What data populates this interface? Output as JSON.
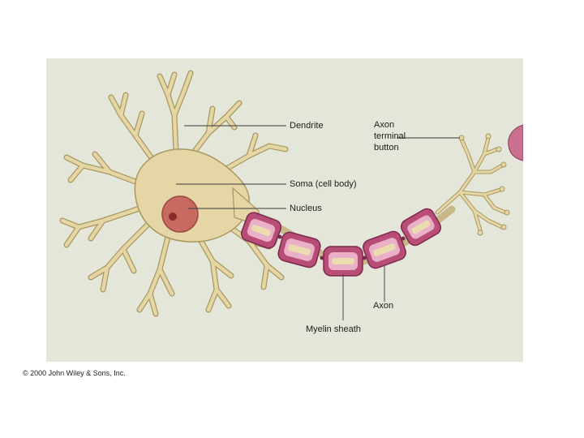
{
  "diagram": {
    "labels": {
      "dendrite": "Dendrite",
      "soma": "Soma (cell body)",
      "nucleus": "Nucleus",
      "axon_terminal": "Axon\nterminal\nbutton",
      "axon": "Axon",
      "myelin": "Myelin sheath"
    },
    "colors": {
      "background": "#e4e6d9",
      "cell_body": "#e6d6a6",
      "cell_outline": "#a89860",
      "nucleus": "#c96a60",
      "myelin": "#b84d78",
      "myelin_inner": "#e9b0c8",
      "axon_core": "#ebdcb0",
      "leader_line": "#3a3a3a"
    }
  },
  "copyright": "© 2000 John Wiley & Sons, Inc."
}
